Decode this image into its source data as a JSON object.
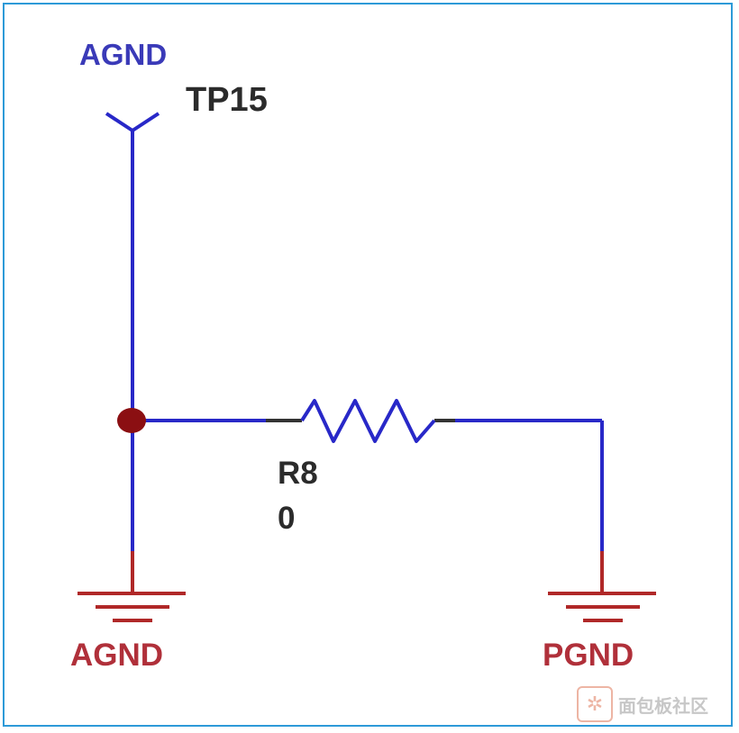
{
  "schematic": {
    "test_point": {
      "net_label": "AGND",
      "reference": "TP15"
    },
    "resistor": {
      "reference": "R8",
      "value": "0"
    },
    "ground_left": {
      "net_label": "AGND"
    },
    "ground_right": {
      "net_label": "PGND"
    }
  },
  "colors": {
    "wire": "#2828c8",
    "pin": "#b02828",
    "junction": "#8b0f12",
    "resistor_body": "#2828c8",
    "net_label_top": "#3a3ab8",
    "ground_label": "#b0303a",
    "frame": "#2d9ad8"
  },
  "watermark": {
    "icon": "network-logo-icon",
    "text": "面包板社区"
  }
}
